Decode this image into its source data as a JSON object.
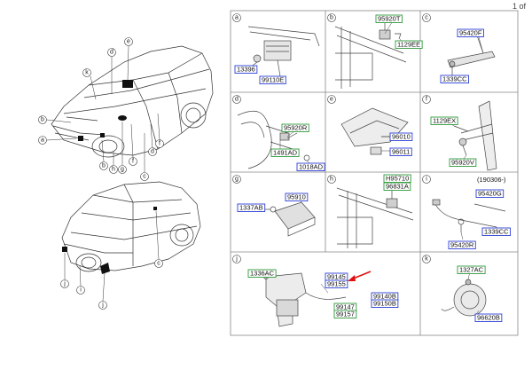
{
  "page": {
    "indicator": "1 of"
  },
  "car_top_callouts": [
    "k",
    "d",
    "e",
    "b",
    "a",
    "b",
    "h",
    "g",
    "f",
    "c",
    "d",
    "f"
  ],
  "car_bottom_callouts": [
    "j",
    "i",
    "j",
    "c"
  ],
  "panels": [
    {
      "id": "a",
      "labels": [
        {
          "text": "13396",
          "kind": "blue"
        },
        {
          "text": "99110E",
          "kind": "blue"
        }
      ]
    },
    {
      "id": "b",
      "labels": [
        {
          "text": "95920T",
          "kind": "green"
        },
        {
          "text": "1129EE",
          "kind": "green"
        }
      ]
    },
    {
      "id": "c",
      "labels": [
        {
          "text": "95420F",
          "kind": "blue"
        },
        {
          "text": "1339CC",
          "kind": "blue"
        }
      ]
    },
    {
      "id": "d",
      "labels": [
        {
          "text": "95920R",
          "kind": "green"
        },
        {
          "text": "1491AD",
          "kind": "green"
        },
        {
          "text": "1018AD",
          "kind": "blue"
        }
      ]
    },
    {
      "id": "e",
      "labels": [
        {
          "text": "96010",
          "kind": "blue"
        },
        {
          "text": "96011",
          "kind": "blue"
        }
      ]
    },
    {
      "id": "f",
      "labels": [
        {
          "text": "1129EX",
          "kind": "green"
        },
        {
          "text": "95920V",
          "kind": "green"
        }
      ]
    },
    {
      "id": "g",
      "labels": [
        {
          "text": "95910",
          "kind": "blue"
        },
        {
          "text": "1337AB",
          "kind": "blue"
        }
      ]
    },
    {
      "id": "h",
      "labels": [
        {
          "text": "H95710",
          "kind": "green"
        },
        {
          "text": "96831A",
          "kind": "green"
        }
      ]
    },
    {
      "id": "i",
      "note": "(190306-)",
      "labels": [
        {
          "text": "95420G",
          "kind": "blue"
        },
        {
          "text": "1339CC",
          "kind": "blue"
        },
        {
          "text": "95420R",
          "kind": "blue"
        }
      ]
    },
    {
      "id": "j",
      "labels": [
        {
          "text": "1336AC",
          "kind": "green"
        },
        {
          "text": "99145",
          "kind": "blue"
        },
        {
          "text": "99155",
          "kind": "blue"
        },
        {
          "text": "99140B",
          "kind": "blue"
        },
        {
          "text": "99150B",
          "kind": "blue"
        },
        {
          "text": "99147",
          "kind": "green"
        },
        {
          "text": "99157",
          "kind": "green"
        }
      ]
    },
    {
      "id": "k",
      "labels": [
        {
          "text": "1327AC",
          "kind": "green"
        },
        {
          "text": "96620B",
          "kind": "blue"
        }
      ]
    }
  ],
  "colors": {
    "blue_label": "#2b3fd6",
    "green_label": "#2e9a3a",
    "arrow": "#e01010",
    "line": "#333333"
  }
}
